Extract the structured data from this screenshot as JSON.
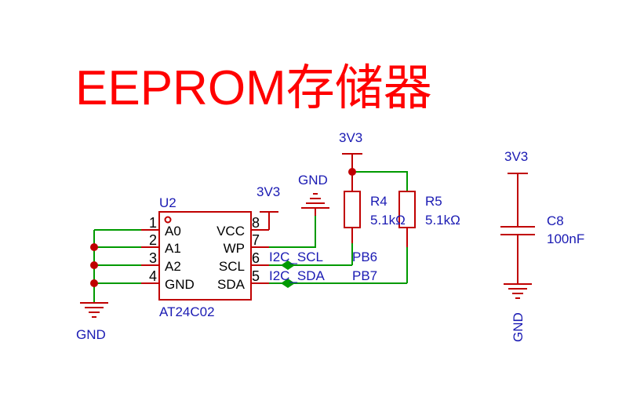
{
  "title": "EEPROM存储器",
  "chip": {
    "ref": "U2",
    "part": "AT24C02",
    "pins_left": [
      {
        "num": "1",
        "name": "A0"
      },
      {
        "num": "2",
        "name": "A1"
      },
      {
        "num": "3",
        "name": "A2"
      },
      {
        "num": "4",
        "name": "GND"
      }
    ],
    "pins_right": [
      {
        "num": "8",
        "name": "VCC"
      },
      {
        "num": "7",
        "name": "WP"
      },
      {
        "num": "6",
        "name": "SCL"
      },
      {
        "num": "5",
        "name": "SDA"
      }
    ]
  },
  "power": {
    "vcc_chip": "3V3",
    "vcc_pullup": "3V3",
    "vcc_cap": "3V3",
    "gnd_top": "GND",
    "gnd_left": "GND",
    "gnd_cap": "GND"
  },
  "resistors": [
    {
      "ref": "R4",
      "value": "5.1kΩ"
    },
    {
      "ref": "R5",
      "value": "5.1kΩ"
    }
  ],
  "capacitor": {
    "ref": "C8",
    "value": "100nF"
  },
  "nets": {
    "scl_label": "I2C_SCL",
    "sda_label": "I2C_SDA",
    "scl_port": "PB6",
    "sda_port": "PB7"
  },
  "colors": {
    "title": "#ff0000",
    "component": "#c00000",
    "wire": "#009a00",
    "text": "#1a1ab3"
  }
}
